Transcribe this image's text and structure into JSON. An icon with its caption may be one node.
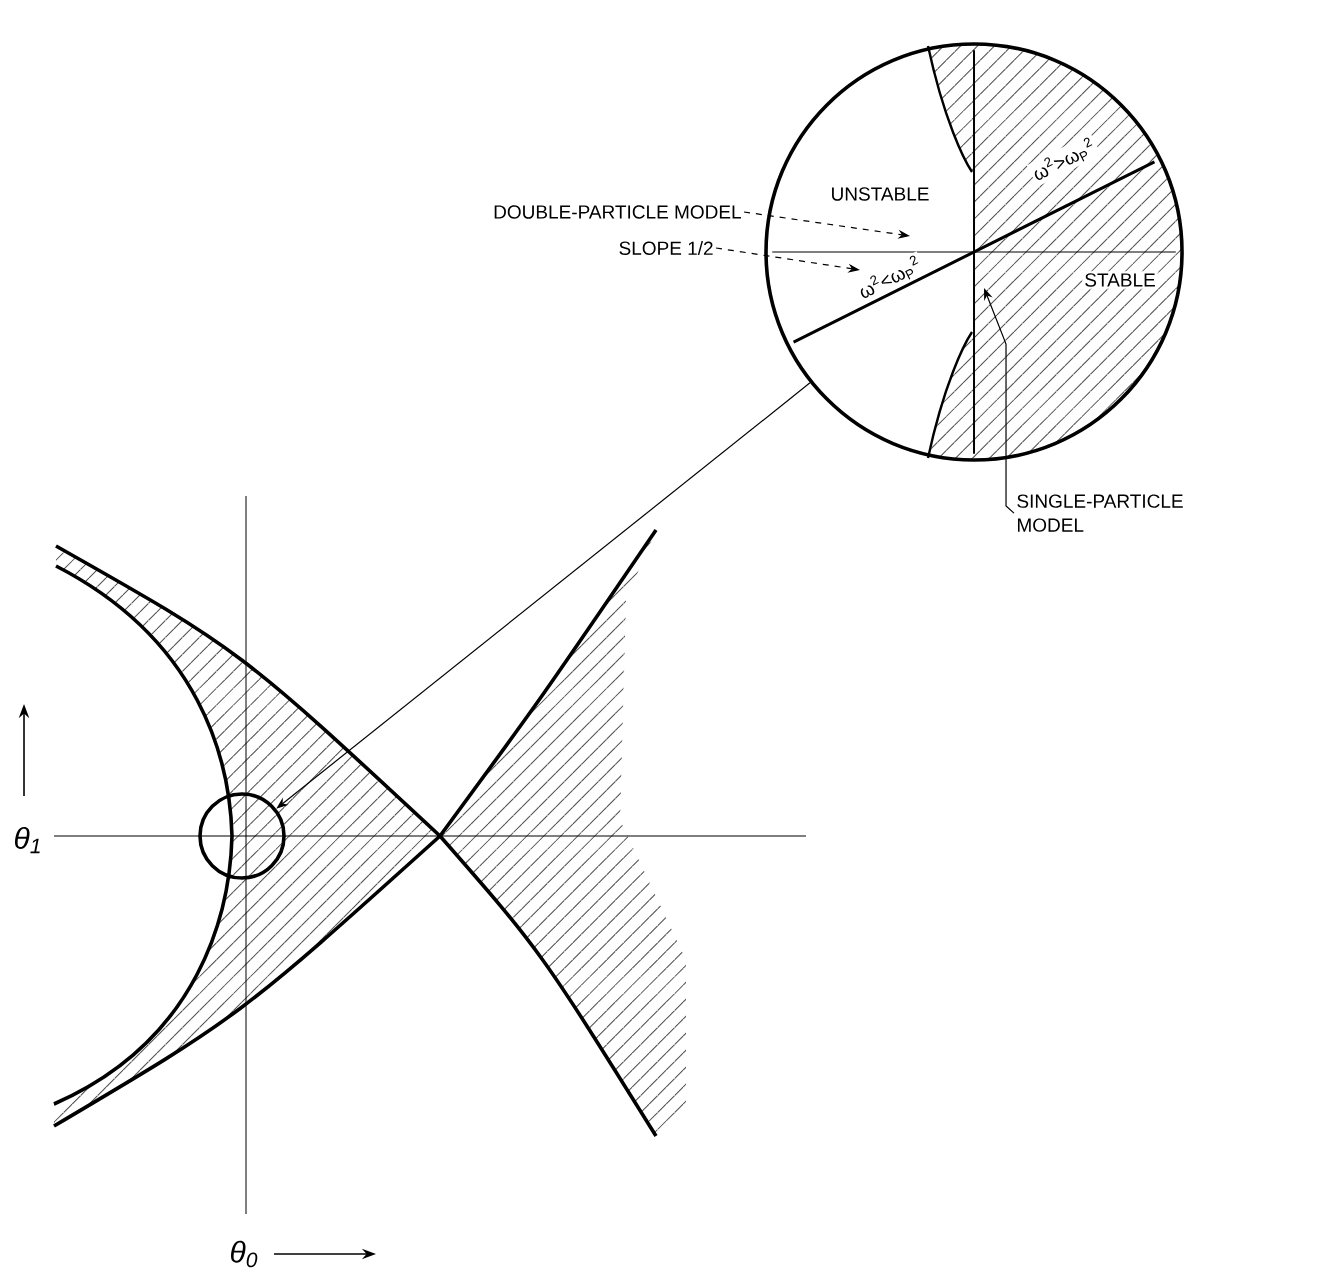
{
  "diagram": {
    "nodes": [
      {
        "text": [],
        "shape": "circle"
      },
      {
        "text": [],
        "shape": "circle"
      },
      {
        "text": [
          "DOUBLE-PARTICLE MODEL"
        ]
      },
      {
        "text": [
          "SLOPE 1/2"
        ]
      },
      {
        "text": [
          "SINGLE-PARTICLE MODEL"
        ]
      }
    ],
    "edges": [
      {
        "from": 0,
        "to": 1,
        "arrow": "to"
      },
      {
        "from": 2,
        "to": 0,
        "arrow": "to",
        "style": "dashed"
      },
      {
        "from": 3,
        "to": 0,
        "arrow": "to",
        "style": "dashed"
      },
      {
        "from": 4,
        "to": 0,
        "arrow": "to"
      }
    ],
    "labels": [
      "UNSTABLE",
      "STABLE",
      "ω$^{2}$>ω$_{P}$$^{2}$",
      "ω$^{2}$<ω$_{P}$$^{2}$",
      "θ$_{1}$",
      "θ$_{0}$"
    ]
  }
}
